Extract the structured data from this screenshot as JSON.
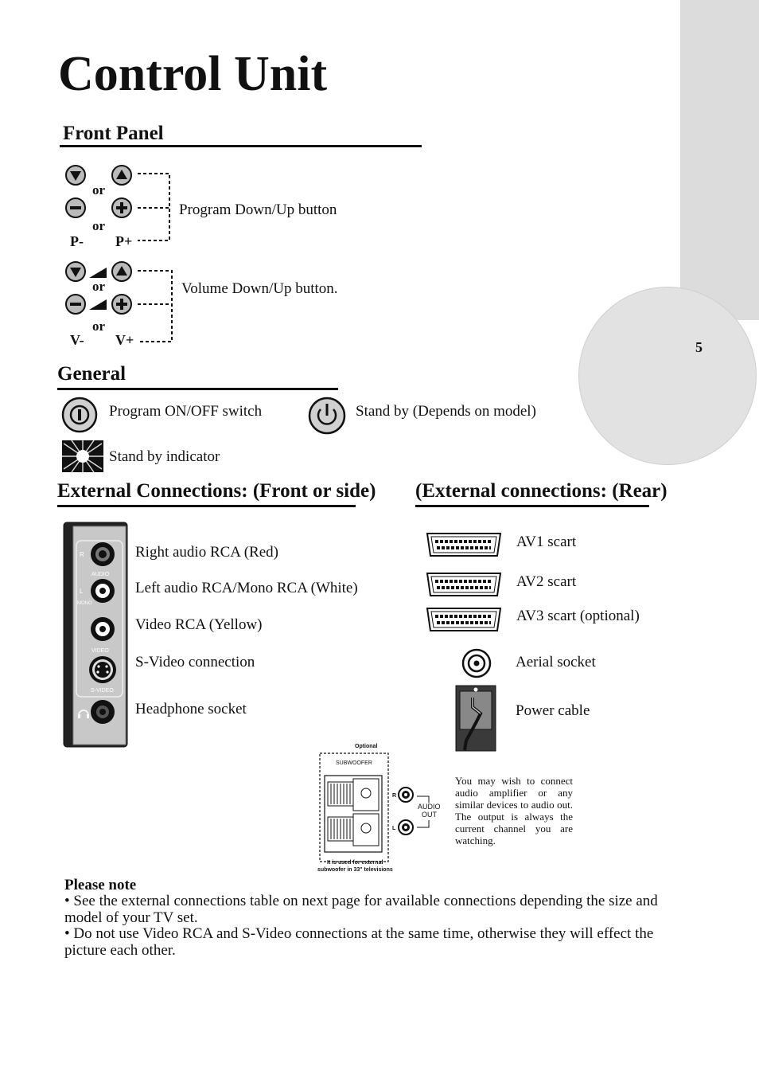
{
  "title": "Control Unit",
  "page_number": "5",
  "front_panel": {
    "heading": "Front Panel",
    "or_label": "or",
    "program": {
      "label": "Program Down/Up button",
      "minus_label": "P-",
      "plus_label": "P+"
    },
    "volume": {
      "label": "Volume Down/Up button.",
      "minus_label": "V-",
      "plus_label": "V+"
    }
  },
  "general": {
    "heading": "General",
    "items": [
      {
        "icon": "program-on-off-icon",
        "label": "Program ON/OFF switch"
      },
      {
        "icon": "standby-power-icon",
        "label": "Stand by (Depends on model)"
      },
      {
        "icon": "standby-indicator-icon",
        "label": "Stand by indicator"
      }
    ]
  },
  "external_front": {
    "heading": "External Connections: (Front or side)",
    "panel_labels": {
      "r": "R",
      "audio": "AUDIO",
      "l": "L",
      "mono": "MONO",
      "video": "VIDEO",
      "svideo": "S-VIDEO"
    },
    "items": [
      "Right audio RCA (Red)",
      "Left audio RCA/Mono RCA (White)",
      "Video RCA (Yellow)",
      "S-Video connection",
      "Headphone socket"
    ]
  },
  "external_rear": {
    "heading": "(External connections: (Rear)",
    "items": [
      "AV1 scart",
      "AV2 scart",
      "AV3 scart (optional)",
      "Aerial socket",
      "Power cable"
    ]
  },
  "subwoofer": {
    "optional": "Optional",
    "title": "SUBWOOFER",
    "r": "R",
    "l": "L",
    "audio": "AUDIO",
    "out": "OUT",
    "caption_line1": "It is used for external",
    "caption_line2": "subwoofer in 33\" televisions",
    "description": "You may wish to connect audio amplifier or any similar devices to audio out. The output is always the current channel you are watching."
  },
  "please_note": {
    "title": "Please note",
    "items": [
      "• See the external connections table on next page for available connections depending the size and model of your TV set.",
      "• Do not use Video RCA and S-Video connections at the same time, otherwise they will effect the picture each other."
    ]
  }
}
